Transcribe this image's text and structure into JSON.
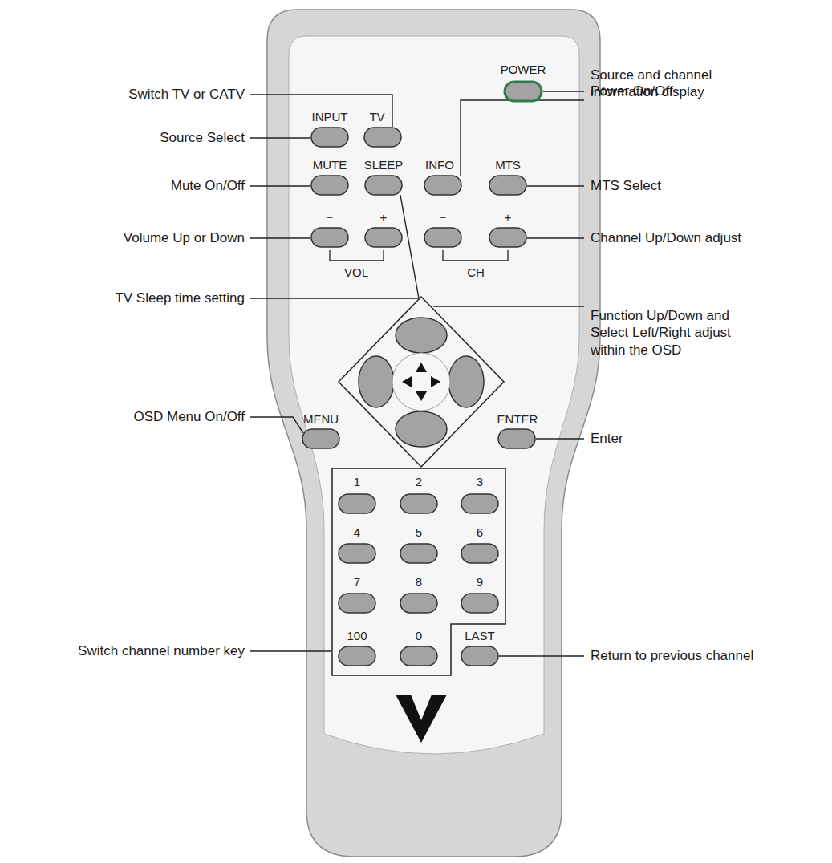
{
  "diagram": {
    "labels": [
      "Switch TV or CATV",
      "Source Select",
      "Mute On/Off",
      "Volume Up or Down",
      "TV Sleep time setting",
      "OSD Menu On/Off",
      "Switch channel number key",
      "Power On/Off",
      "Source and channel information display",
      "MTS Select",
      "Channel Up/Down adjust",
      "Function Up/Down and Select Left/Right adjust within the OSD",
      "Enter",
      "Return to previous channel",
      "POWER",
      "INPUT",
      "TV",
      "MUTE",
      "SLEEP",
      "INFO",
      "MTS",
      "−",
      "+",
      "−",
      "+",
      "VOL",
      "CH",
      "MENU",
      "ENTER",
      "1",
      "2",
      "3",
      "4",
      "5",
      "6",
      "7",
      "8",
      "9",
      "100",
      "0",
      "LAST"
    ]
  }
}
